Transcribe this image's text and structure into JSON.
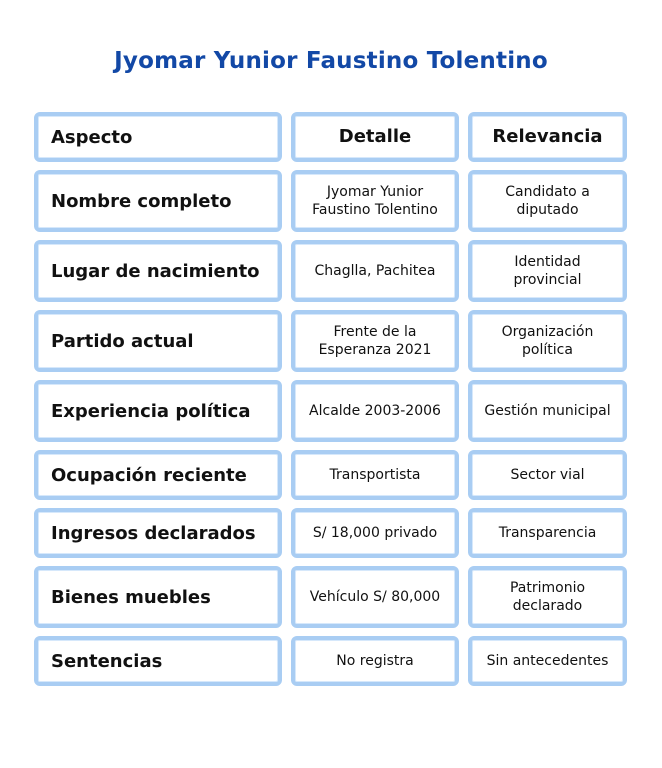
{
  "title": "Jyomar Yunior Faustino Tolentino",
  "header": {
    "aspecto": "Aspecto",
    "detalle": "Detalle",
    "relevancia": "Relevancia"
  },
  "rows": [
    {
      "aspecto": "Nombre completo",
      "detalle": "Jyomar Yunior Faustino Tolentino",
      "relevancia": "Candidato a diputado"
    },
    {
      "aspecto": "Lugar de nacimiento",
      "detalle": "Chaglla, Pachitea",
      "relevancia": "Identidad provincial"
    },
    {
      "aspecto": "Partido actual",
      "detalle": "Frente de la Esperanza 2021",
      "relevancia": "Organización política"
    },
    {
      "aspecto": "Experiencia política",
      "detalle": "Alcalde 2003-2006",
      "relevancia": "Gestión municipal"
    },
    {
      "aspecto": "Ocupación reciente",
      "detalle": "Transportista",
      "relevancia": "Sector vial"
    },
    {
      "aspecto": "Ingresos declarados",
      "detalle": "S/ 18,000 privado",
      "relevancia": "Transparencia"
    },
    {
      "aspecto": "Bienes muebles",
      "detalle": "Vehículo S/ 80,000",
      "relevancia": "Patrimonio declarado"
    },
    {
      "aspecto": "Sentencias",
      "detalle": "No registra",
      "relevancia": "Sin antecedentes"
    }
  ],
  "colors": {
    "title": "#1248a6",
    "border": "#a9cdf3"
  }
}
